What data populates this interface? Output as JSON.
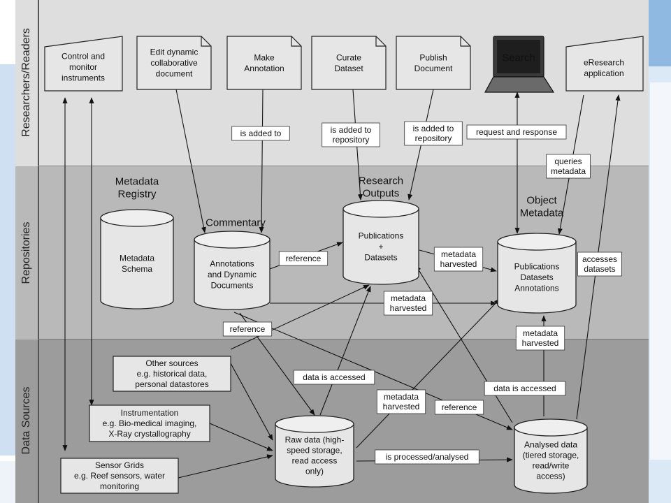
{
  "rows": {
    "researchers": "Researchers/Readers",
    "repositories": "Repositories",
    "data_sources": "Data Sources"
  },
  "actors": {
    "control": [
      "Control and",
      "monitor",
      "instruments"
    ],
    "edit": [
      "Edit dynamic",
      "collaborative",
      "document"
    ],
    "annotation": [
      "Make",
      "Annotation"
    ],
    "curate": [
      "Curate",
      "Dataset"
    ],
    "publish": [
      "Publish",
      "Document"
    ],
    "search": "Search",
    "eresearch": [
      "eResearch",
      "application"
    ]
  },
  "stores": {
    "metadata_registry_title": [
      "Metadata",
      "Registry"
    ],
    "metadata_schema": [
      "Metadata",
      "Schema"
    ],
    "commentary_title": "Commentary",
    "annotations": [
      "Annotations",
      "and Dynamic",
      "Documents"
    ],
    "research_outputs_title": [
      "Research",
      "Outputs"
    ],
    "publications": [
      "Publications",
      "+",
      "Datasets"
    ],
    "object_metadata_title": [
      "Object",
      "Metadata"
    ],
    "object_metadata": [
      "Publications",
      "Datasets",
      "Annotations"
    ],
    "raw_data": [
      "Raw data (high-",
      "speed storage,",
      "read access",
      "only)"
    ],
    "analysed_data": [
      "Analysed data",
      "(tiered storage,",
      "read/write",
      "access)"
    ]
  },
  "sources": {
    "other": [
      "Other sources",
      "e.g. historical data,",
      "personal datastores"
    ],
    "instrumentation": [
      "Instrumentation",
      "e.g. Bio-medical imaging,",
      "X-Ray crystallography"
    ],
    "sensor": [
      "Sensor Grids",
      "e.g. Reef sensors, water",
      "monitoring"
    ]
  },
  "edge_labels": {
    "is_added_to": [
      "is added to"
    ],
    "curate_added": [
      "is added to",
      "repository"
    ],
    "publish_added": [
      "is added to",
      "repository"
    ],
    "request_response": [
      "request and response"
    ],
    "queries_metadata": [
      "queries",
      "metadata"
    ],
    "reference_1": [
      "reference"
    ],
    "metadata_harvested_1": [
      "metadata",
      "harvested"
    ],
    "metadata_harvested_2": [
      "metadata",
      "harvested"
    ],
    "accesses_datasets": [
      "accesses",
      "datasets"
    ],
    "reference_2": [
      "reference"
    ],
    "metadata_harvested_3": [
      "metadata",
      "harvested"
    ],
    "data_is_accessed_1": [
      "data is accessed"
    ],
    "data_is_accessed_2": [
      "data is accessed"
    ],
    "metadata_harvested_4": [
      "metadata",
      "harvested"
    ],
    "reference_3": [
      "reference"
    ],
    "is_processed": [
      "is processed/analysed"
    ]
  },
  "colors": {
    "band_top": "#dedede",
    "band_mid": "#b9b9b9",
    "band_bot": "#9c9c9c",
    "box_fill": "#e6e6e6",
    "line": "#111111",
    "monitor": "#3a3a3a",
    "accent_blue": "#8fb9e0"
  }
}
